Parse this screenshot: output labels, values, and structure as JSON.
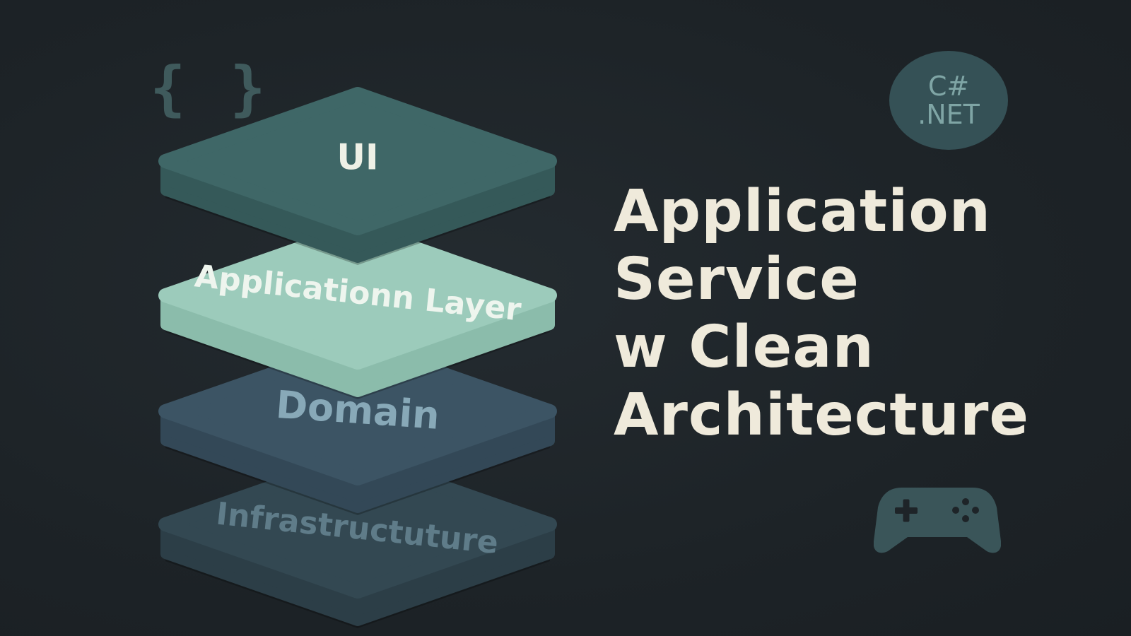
{
  "layers": [
    {
      "label": "Infrastructuture",
      "top": "#334852",
      "side": "#2c3e47",
      "text": "#5f7c89"
    },
    {
      "label": "Domain",
      "top": "#3c5464",
      "side": "#334857",
      "text": "#88a9b8"
    },
    {
      "label": "Applicationn Layer",
      "top": "#9ccbbb",
      "side": "#8bbcab",
      "text": "#eef5ee"
    },
    {
      "label": "UI",
      "top": "#3f6767",
      "side": "#355959",
      "text": "#eef0e6"
    }
  ],
  "title_lines": [
    "Application",
    "Service",
    "w Clean",
    "Architecture"
  ],
  "tech_badge": {
    "line1": "C#",
    "line2": ".NET"
  },
  "icons": {
    "braces": "{ }",
    "gamepad": "gamepad-icon"
  },
  "colors": {
    "background": "#1e2428",
    "title": "#efeadb",
    "accent_icon": "#3a5559"
  }
}
